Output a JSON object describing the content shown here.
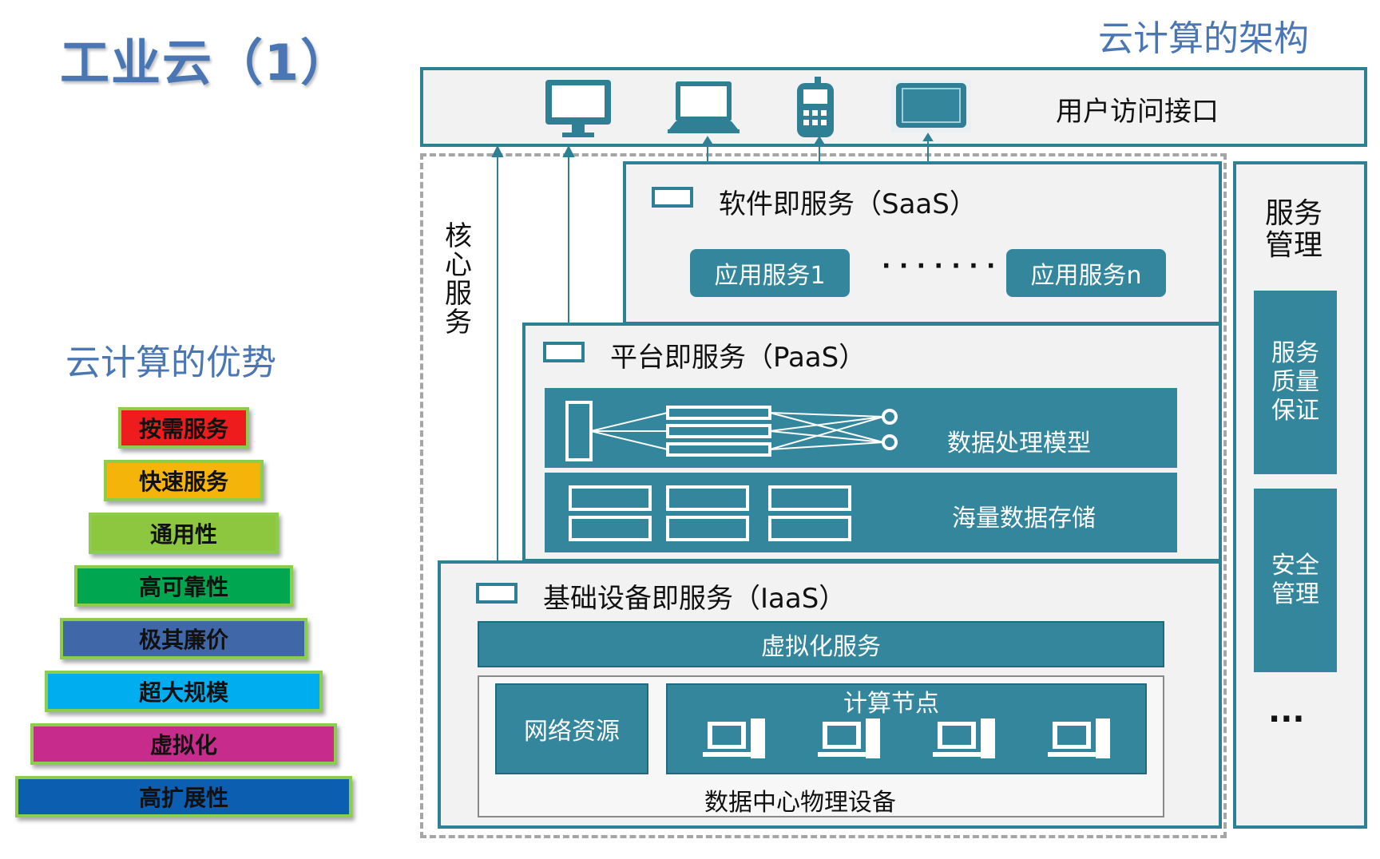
{
  "title": "工业云（1）",
  "architecture_title": "云计算的架构",
  "advantages": {
    "title": "云计算的优势",
    "tiers": [
      {
        "label": "按需服务",
        "color": "#ee1c1c"
      },
      {
        "label": "快速服务",
        "color": "#f5b40a"
      },
      {
        "label": "通用性",
        "color": "#8dc63f"
      },
      {
        "label": "高可靠性",
        "color": "#00a650"
      },
      {
        "label": "极其廉价",
        "color": "#4068a8"
      },
      {
        "label": "超大规模",
        "color": "#00aeef"
      },
      {
        "label": "虚拟化",
        "color": "#c72c8c"
      },
      {
        "label": "高扩展性",
        "color": "#0b5eb0"
      }
    ]
  },
  "architecture": {
    "user_access": "用户访问接口",
    "core_service": "核心服务",
    "saas": {
      "label": "软件即服务（SaaS）",
      "app1": "应用服务1",
      "ellipsis": "· · · · · · ·",
      "appn": "应用服务n"
    },
    "paas": {
      "label": "平台即服务（PaaS）",
      "data_processing": "数据处理模型",
      "mass_storage": "海量数据存储"
    },
    "iaas": {
      "label": "基础设备即服务（IaaS）",
      "virtualization": "虚拟化服务",
      "network": "网络资源",
      "compute_nodes": "计算节点",
      "datacenter": "数据中心物理设备"
    },
    "management": {
      "title": "服务管理",
      "qos": "服务质量保证",
      "security": "安全管理",
      "more": "···"
    }
  },
  "colors": {
    "teal": "#33869c",
    "title_blue": "#4a77b4",
    "frame": "#2f7f95"
  }
}
